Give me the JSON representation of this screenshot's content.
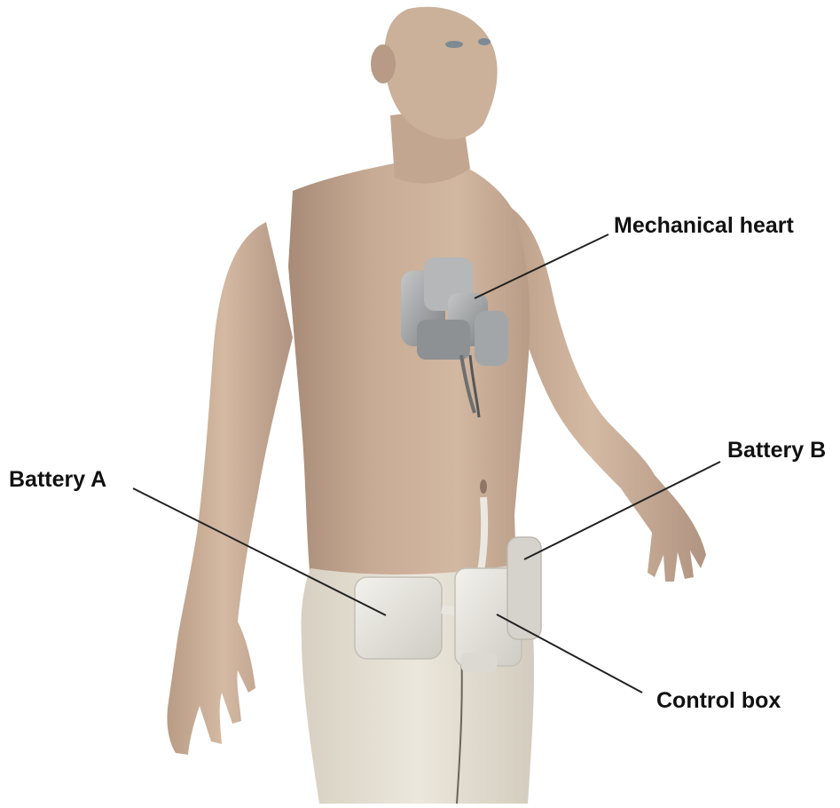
{
  "labels": {
    "mechanical_heart": "Mechanical heart",
    "battery_a": "Battery A",
    "battery_b": "Battery B",
    "control_box": "Control box"
  },
  "colors": {
    "background": "#ffffff",
    "skin": "#c9ad96",
    "skin_shadow": "#a88d78",
    "pants": "#e6e0d3",
    "device": "#d8d6cf",
    "heart_device": "#9fa1a3",
    "leader_line": "#222222",
    "label_text": "#111111"
  }
}
